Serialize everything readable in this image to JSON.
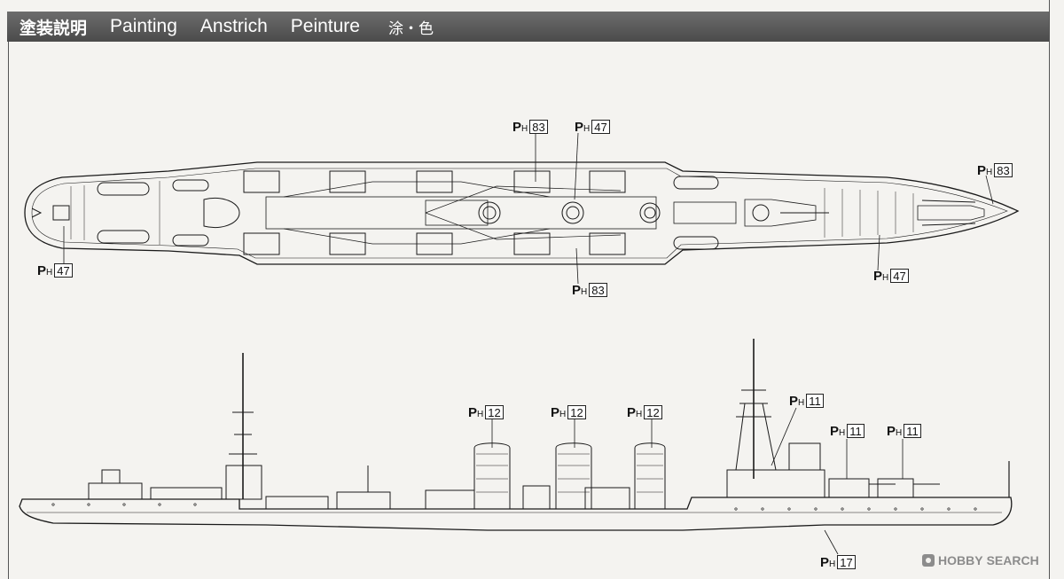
{
  "header": {
    "title_jp": "塗装説明",
    "title_en": "Painting",
    "title_de": "Anstrich",
    "title_fr": "Peinture",
    "title_jp2": "涂・色"
  },
  "callouts": [
    {
      "prefix": "P",
      "sub": "H",
      "number": "83"
    },
    {
      "prefix": "P",
      "sub": "H",
      "number": "47"
    },
    {
      "prefix": "P",
      "sub": "H",
      "number": "83"
    },
    {
      "prefix": "P",
      "sub": "H",
      "number": "47"
    },
    {
      "prefix": "P",
      "sub": "H",
      "number": "83"
    },
    {
      "prefix": "P",
      "sub": "H",
      "number": "47"
    },
    {
      "prefix": "P",
      "sub": "H",
      "number": "12"
    },
    {
      "prefix": "P",
      "sub": "H",
      "number": "12"
    },
    {
      "prefix": "P",
      "sub": "H",
      "number": "12"
    },
    {
      "prefix": "P",
      "sub": "H",
      "number": "11"
    },
    {
      "prefix": "P",
      "sub": "H",
      "number": "11"
    },
    {
      "prefix": "P",
      "sub": "H",
      "number": "11"
    },
    {
      "prefix": "P",
      "sub": "H",
      "number": "17"
    }
  ],
  "watermark": {
    "brand_a": "HOBBY",
    "brand_b": "SEARCH",
    "icon": "hobby-search-logo-icon"
  }
}
